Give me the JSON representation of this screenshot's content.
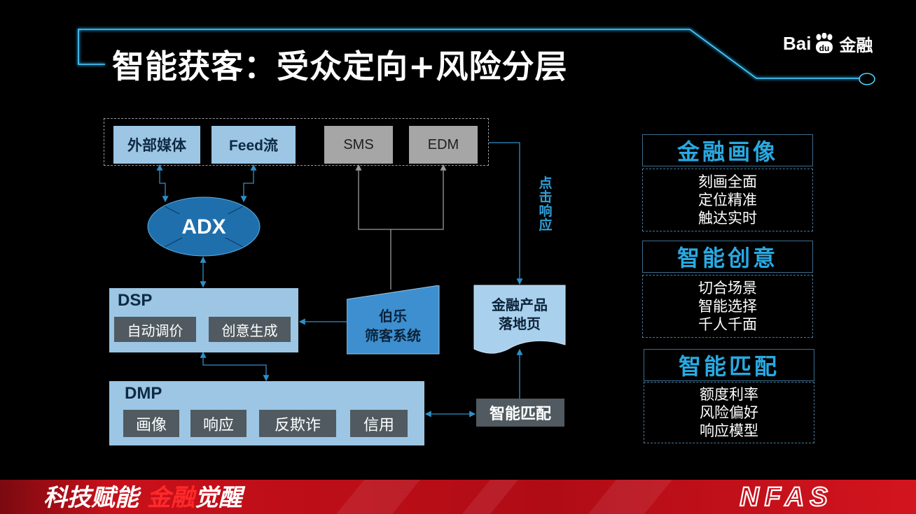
{
  "header": {
    "title": "智能获客：受众定向+风险分层",
    "logo_text_left": "Bai",
    "logo_text_paw": "du",
    "logo_text_right": "金融"
  },
  "diagram": {
    "media": [
      "外部媒体",
      "Feed流",
      "SMS",
      "EDM"
    ],
    "adx": "ADX",
    "dsp": {
      "title": "DSP",
      "items": [
        "自动调价",
        "创意生成"
      ]
    },
    "dmp": {
      "title": "DMP",
      "items": [
        "画像",
        "响应",
        "反欺诈",
        "信用"
      ]
    },
    "bole": "伯乐\n筛客系统",
    "landing": "金融产品\n落地页",
    "click_response": "点击响应",
    "smart_match": "智能匹配"
  },
  "side_panels": [
    {
      "title": "金融画像",
      "items": [
        "刻画全面",
        "定位精准",
        "触达实时"
      ]
    },
    {
      "title": "智能创意",
      "items": [
        "切合场景",
        "智能选择",
        "千人千面"
      ]
    },
    {
      "title": "智能匹配",
      "items": [
        "额度利率",
        "风险偏好",
        "响应模型"
      ]
    }
  ],
  "footer": {
    "slogan_white_1": "科技赋能",
    "slogan_red": "金融",
    "slogan_white_2": "觉醒",
    "brand": "NFAS"
  },
  "colors": {
    "accent_blue": "#29a9e1",
    "light_blue": "#9cc6e4",
    "dark_blue_box": "#4a90c8",
    "footer_red": "#c8101a"
  }
}
